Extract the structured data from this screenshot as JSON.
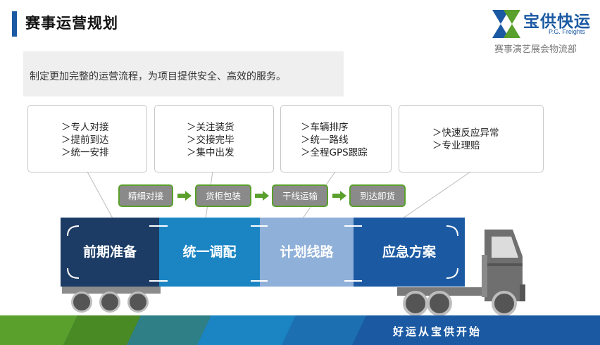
{
  "header": {
    "title": "赛事运营规划",
    "brand_name": "宝供快运",
    "brand_en": "P.G. Freights",
    "department": "赛事演艺展会物流部"
  },
  "intro": "制定更加完整的运营流程，为项目提供安全、高效的服务。",
  "cards": [
    {
      "lines": "＞专人对接\n＞提前到达\n＞统一安排"
    },
    {
      "lines": "＞关注装货\n＞交接完毕\n＞集中出发"
    },
    {
      "lines": "＞车辆排序\n＞统一路线\n＞全程GPS跟踪"
    },
    {
      "lines": "＞快速反应异常\n＞专业理赔"
    }
  ],
  "process_steps": [
    "精细对接",
    "货柜包装",
    "干线运输",
    "到达卸货"
  ],
  "stages": [
    {
      "label": "前期准备",
      "color": "#1c3c66"
    },
    {
      "label": "统一调配",
      "color": "#1b85c4"
    },
    {
      "label": "计划线路",
      "color": "#8fb0d8"
    },
    {
      "label": "应急方案",
      "color": "#1b5aa3"
    }
  ],
  "footer": {
    "slogan": "好运从宝供开始"
  },
  "colors": {
    "accent_green": "#5aa02c",
    "brand_blue": "#1b5aa3"
  }
}
